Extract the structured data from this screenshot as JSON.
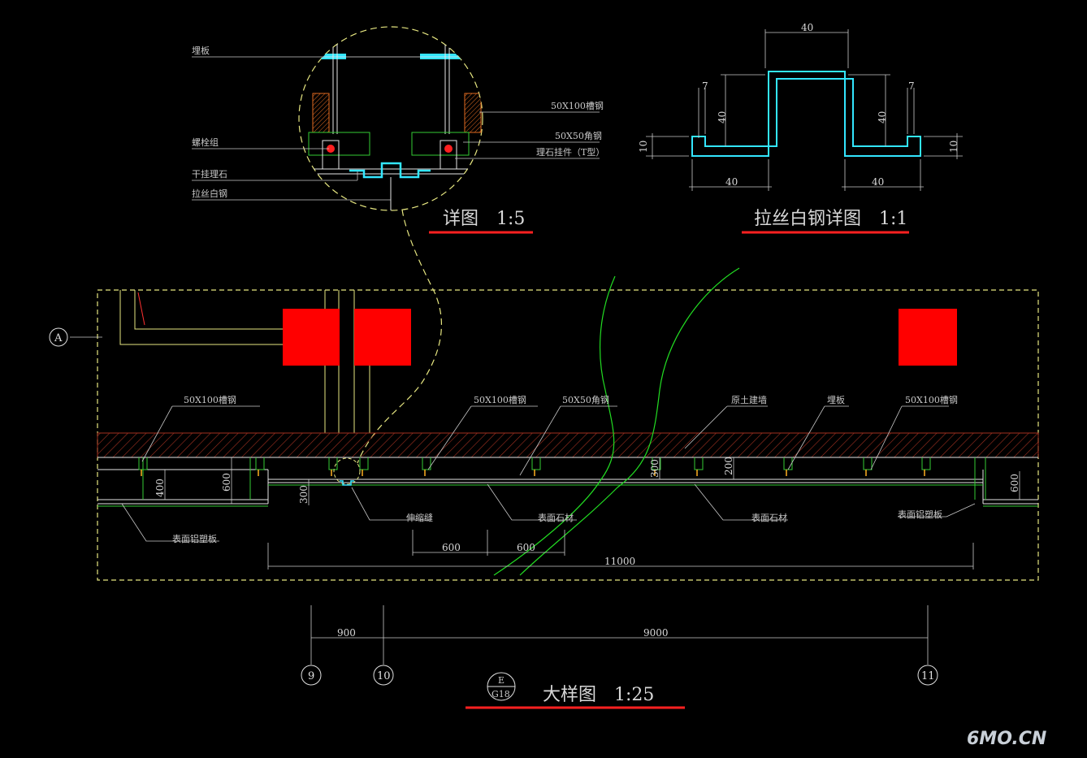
{
  "colors": {
    "background": "#000000",
    "title_underline": "#ff2020",
    "block_fill": "#ff0000",
    "profile_cyan": "#33e6ff",
    "break_line_green": "#22dd22",
    "border_yellow": "#e6e680",
    "hatch_brown": "#a03020",
    "leader_gray": "#c8c8c8"
  },
  "detail_1_5": {
    "title": "详图　1:5",
    "labels": {
      "embed_plate": "埋板",
      "bolt_set": "螺栓组",
      "dry_hang_stone": "干挂理石",
      "steel_strip": "拉丝白钢",
      "channel": "50X100槽钢",
      "angle": "50X50角钢",
      "stone_hanger": "理石挂件（T型）"
    }
  },
  "detail_1_1": {
    "title": "拉丝白钢详图　1:1",
    "dims": {
      "top_width": "40",
      "left_height": "40",
      "right_height": "40",
      "left_lip": "7",
      "right_lip": "7",
      "left_thickness": "10",
      "right_thickness": "10",
      "left_flange": "40",
      "right_flange": "40"
    }
  },
  "detail_1_25": {
    "title": "大样图　1:25",
    "ref_top": "E",
    "ref_bottom": "G18",
    "grid_axis": "A",
    "labels": {
      "channel_left": "50X100槽钢",
      "channel_mid": "50X100槽钢",
      "angle_mid": "50X50角钢",
      "original_wall": "原土建墙",
      "embed_plate": "埋板",
      "channel_right": "50X100槽钢",
      "alu_panel_left": "表面铝塑板",
      "expansion_joint": "伸缩缝",
      "stone_mid": "表面石材",
      "stone_right": "表面石材",
      "alu_panel_right": "表面铝塑板"
    },
    "dims": {
      "h_400": "400",
      "h_600_left": "600",
      "h_300_left": "300",
      "h_300_mid": "300",
      "h_200_mid": "200",
      "h_600_right": "600",
      "seg_600_a": "600",
      "seg_600_b": "600",
      "total": "11000"
    }
  },
  "axis_grid": {
    "bubbles": [
      "9",
      "10",
      "11"
    ],
    "spans": [
      "900",
      "9000"
    ]
  },
  "watermark": "6MO.CN"
}
